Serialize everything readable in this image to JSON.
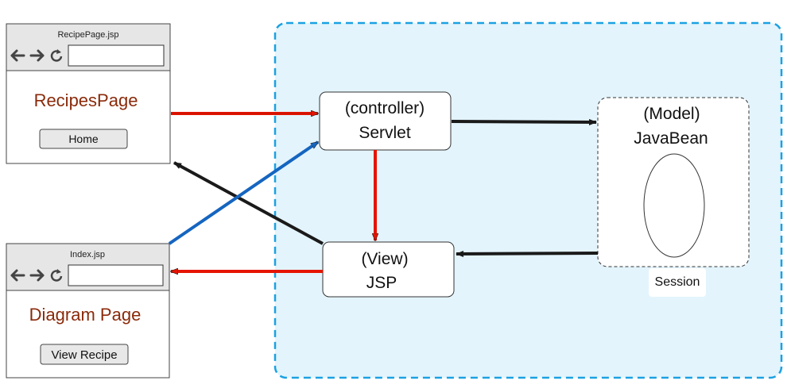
{
  "browser_top": {
    "title": "RecipePage.jsp",
    "page_label": "RecipesPage",
    "button_label": "Home",
    "address_value": ""
  },
  "browser_bottom": {
    "title": "Index.jsp",
    "page_label": "Diagram Page",
    "button_label": "View Recipe",
    "address_value": ""
  },
  "controller": {
    "line1": "(controller)",
    "line2": "Servlet"
  },
  "view": {
    "line1": "(View)",
    "line2": "JSP"
  },
  "model": {
    "line1": "(Model)",
    "line2": "JavaBean",
    "caption": "Session"
  },
  "colors": {
    "server_fill": "#e3f4fc",
    "server_border": "#1ba1e2",
    "page_label": "#8a2a0a",
    "red_arrow": "#e51400",
    "blue_arrow": "#1565c0",
    "black_arrow": "#1a1a1a",
    "chrome_fill": "#e6e6e6"
  },
  "icons": {
    "back": "back-arrow-icon",
    "forward": "forward-arrow-icon",
    "reload": "reload-icon"
  }
}
